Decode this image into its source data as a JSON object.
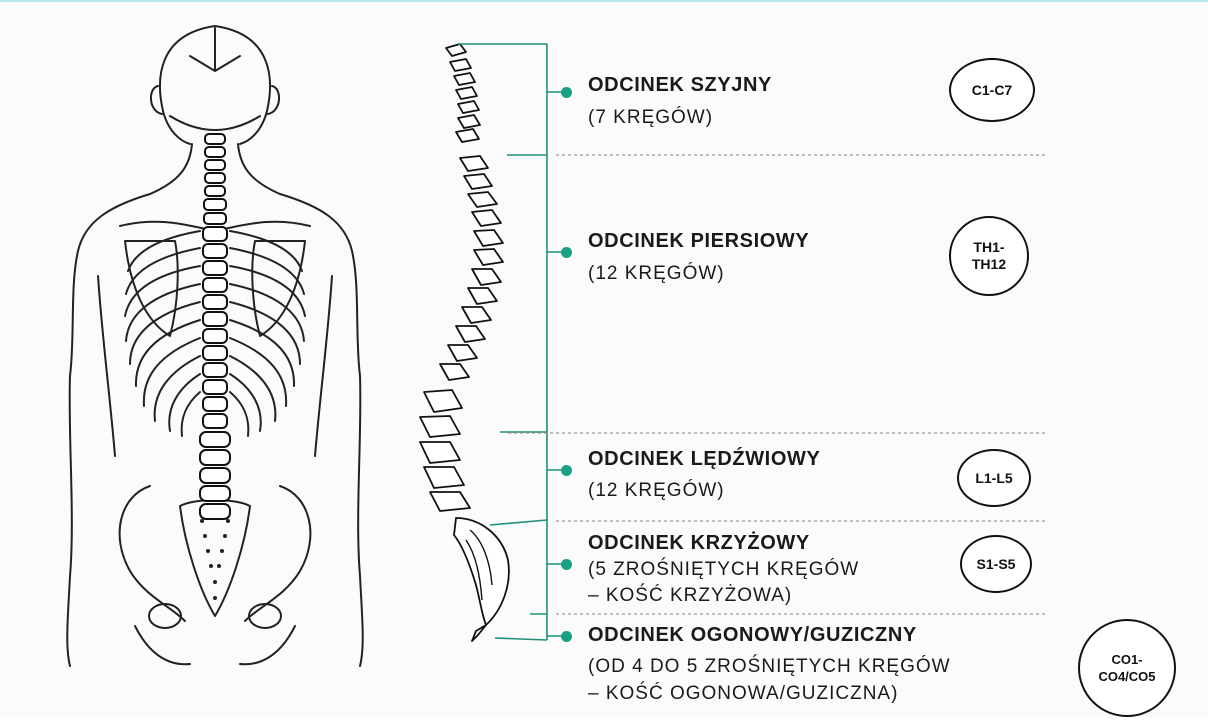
{
  "accent_color": "#1aa082",
  "sections": [
    {
      "id": "cervical",
      "title": "ODCINEK SZYJNY",
      "sub": [
        "(7 KRĘGÓW)"
      ],
      "badge": [
        "C1-C7"
      ]
    },
    {
      "id": "thoracic",
      "title": "ODCINEK PIERSIOWY",
      "sub": [
        "(12 KRĘGÓW)"
      ],
      "badge": [
        "TH1-",
        "TH12"
      ]
    },
    {
      "id": "lumbar",
      "title": "ODCINEK LĘDŹWIOWY",
      "sub": [
        "(12 KRĘGÓW)"
      ],
      "badge": [
        "L1-L5"
      ]
    },
    {
      "id": "sacral",
      "title": "ODCINEK KRZYŻOWY",
      "sub": [
        "(5 ZROŚNIĘTYCH KRĘGÓW",
        "– KOŚĆ KRZYŻOWA)"
      ],
      "badge": [
        "S1-S5"
      ]
    },
    {
      "id": "coccygeal",
      "title": "ODCINEK OGONOWY/GUZICZNY",
      "sub": [
        "(OD 4 DO 5 ZROŚNIĘTYCH KRĘGÓW",
        "– KOŚĆ OGONOWA/GUZICZNA)"
      ],
      "badge": [
        "CO1-",
        "CO4/CO5"
      ]
    }
  ],
  "icons": {
    "back_figure": "human-back-skeleton-illustration",
    "spine_profile": "spine-side-view-illustration"
  }
}
